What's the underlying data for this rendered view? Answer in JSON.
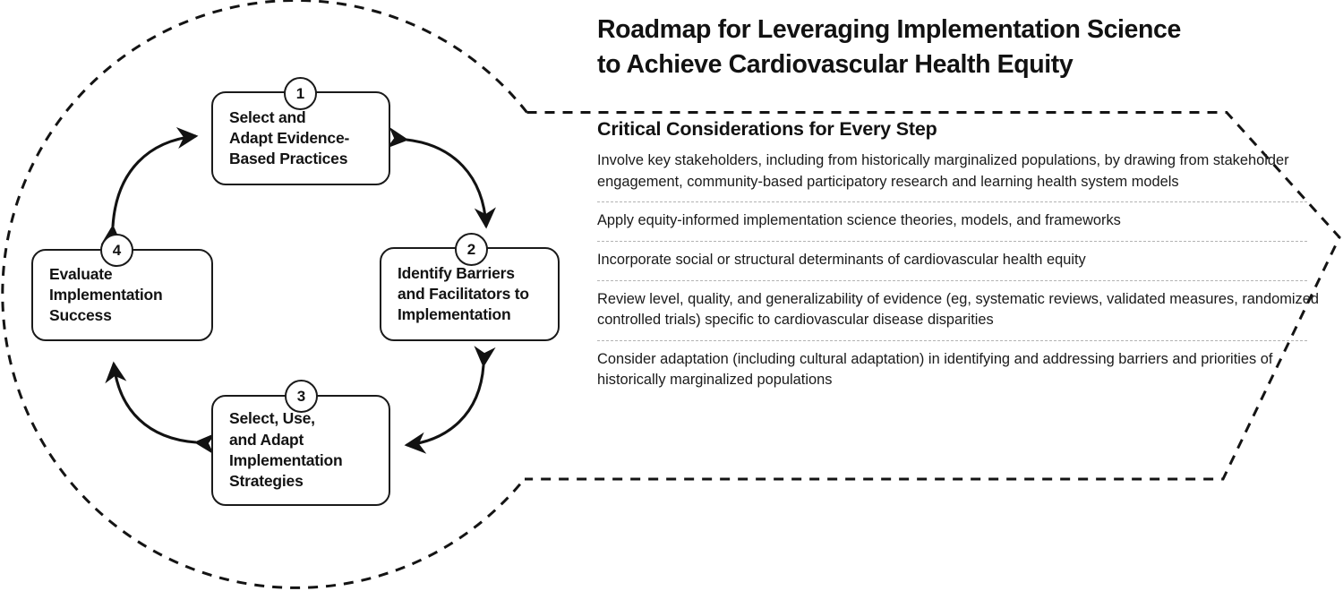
{
  "title": "Roadmap for Leveraging Implementation Science\nto Achieve Cardiovascular Health Equity",
  "considerations": {
    "heading": "Critical Considerations for Every Step",
    "items": [
      "Involve key stakeholders, including from historically marginalized populations, by drawing from stakeholder engagement, community-based participatory research and learning health system models",
      "Apply equity-informed implementation science theories, models, and frameworks",
      "Incorporate social or structural determinants of cardiovascular health equity",
      "Review level, quality, and generalizability of evidence (eg, systematic reviews, validated measures, randomized controlled trials) specific to cardiovascular disease disparities",
      "Consider adaptation (including cultural adaptation) in identifying and addressing barriers and priorities of historically marginalized populations"
    ]
  },
  "cycle": {
    "steps": [
      {
        "number": "1",
        "label": "Select and\nAdapt Evidence-\nBased Practices"
      },
      {
        "number": "2",
        "label": "Identify Barriers\nand Facilitators to\nImplementation"
      },
      {
        "number": "3",
        "label": "Select, Use,\nand Adapt\nImplementation\nStrategies"
      },
      {
        "number": "4",
        "label": "Evaluate\nImplementation\nSuccess"
      }
    ]
  },
  "colors": {
    "stroke": "#1a1a1a",
    "text": "#121212",
    "separator": "#b3b3b3",
    "background": "#ffffff"
  }
}
